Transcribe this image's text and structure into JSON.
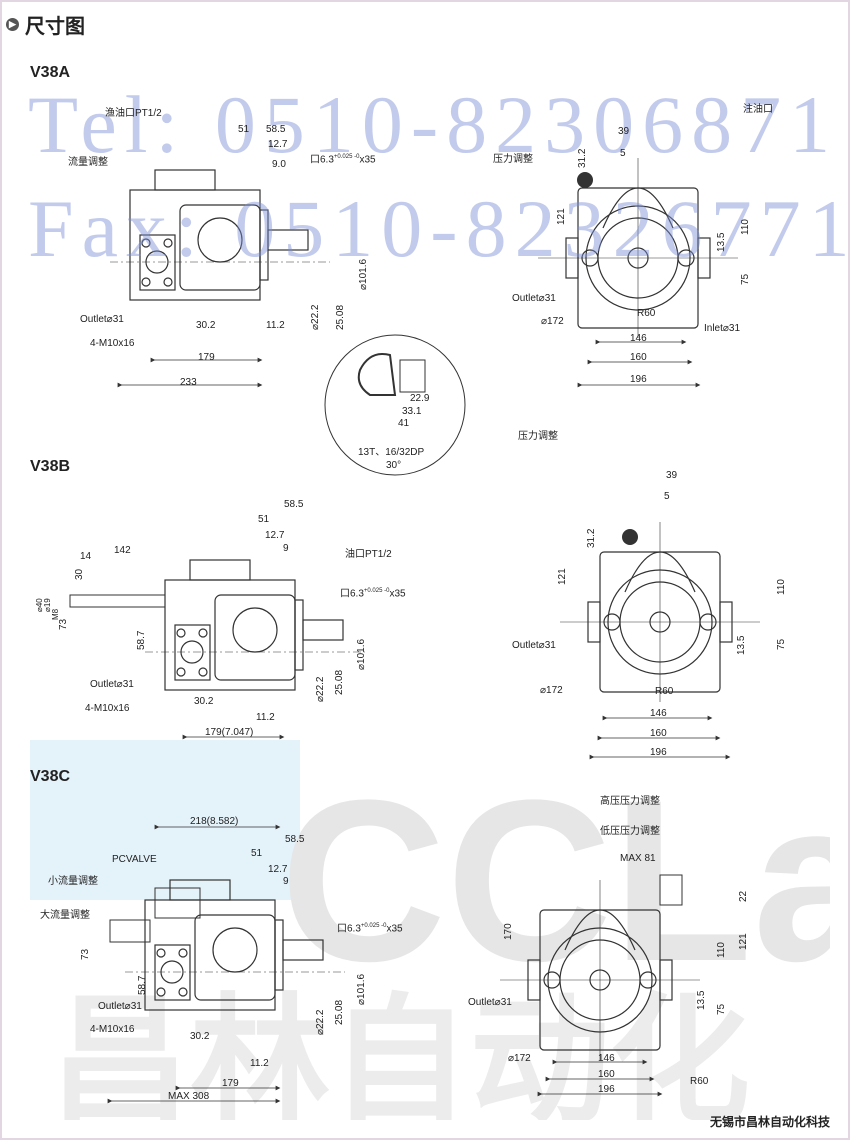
{
  "header": {
    "title": "尺寸图",
    "icon": "arrow-circle-icon"
  },
  "watermark": {
    "tel": "Tel: 0510-82306871",
    "fax": "Fax: 0510-82326771",
    "logo": "CCLair",
    "logo_cn": "昌林自动化"
  },
  "v38a": {
    "title": "V38A",
    "side": {
      "drain": "渔油口PT1/2",
      "flow": "流量调整",
      "d51": "51",
      "d585": "58.5",
      "d127": "12.7",
      "d90": "9.0",
      "key": "口6.3",
      "key_tol": "+0.025 -0",
      "key_len": "x35",
      "outlet": "Outlet⌀31",
      "bolt": "4-M10x16",
      "d302": "30.2",
      "d112": "11.2",
      "d179": "179",
      "d233": "233",
      "shaft": "⌀22.2",
      "hub": "25.08",
      "pilot": "⌀101.6"
    },
    "front": {
      "fill": "注油口",
      "pressure": "压力调整",
      "d39": "39",
      "d5": "5",
      "d312": "31.2",
      "d121": "121",
      "d110": "110",
      "d135": "13.5",
      "d75": "75",
      "outlet": "Outlet⌀31",
      "dia172": "⌀172",
      "r60": "R60",
      "inlet": "Inlet⌀31",
      "d146": "146",
      "d160": "160",
      "d196": "196"
    },
    "spline": {
      "d229": "22.9",
      "d331": "33.1",
      "d41": "41",
      "spec": "13T、16/32DP",
      "angle": "30°"
    }
  },
  "v38b": {
    "title": "V38B",
    "side": {
      "d585": "58.5",
      "d51": "51",
      "d127": "12.7",
      "d9": "9",
      "d142": "142",
      "d14": "14",
      "d30": "30",
      "port": "油口PT1/2",
      "key": "口6.3",
      "key_tol": "+0.025 -0",
      "key_len": "x35",
      "d40": "⌀40",
      "d19": "⌀19",
      "m8": "M8",
      "d73": "73",
      "d587": "58.7",
      "outlet": "Outlet⌀31",
      "bolt": "4-M10x16",
      "d302": "30.2",
      "d112": "11.2",
      "d179": "179(7.047)",
      "shaft": "⌀22.2",
      "hub": "25.08",
      "pilot": "⌀101.6"
    },
    "front": {
      "pressure": "压力调整",
      "d39": "39",
      "d5": "5",
      "d312": "31.2",
      "d121": "121",
      "d110": "110",
      "d135": "13.5",
      "d75": "75",
      "outlet": "Outlet⌀31",
      "dia172": "⌀172",
      "r60": "R60",
      "d146": "146",
      "d160": "160",
      "d196": "196"
    }
  },
  "v38c": {
    "title": "V38C",
    "side": {
      "d218": "218(8.582)",
      "d585": "58.5",
      "pcvalve": "PCVALVE",
      "d51": "51",
      "d127": "12.7",
      "d9": "9",
      "small_flow": "小流量调整",
      "large_flow": "大流量调整",
      "key": "口6.3",
      "key_tol": "+0.025 -0",
      "key_len": "x35",
      "d73": "73",
      "d587": "58.7",
      "outlet": "Outlet⌀31",
      "bolt": "4-M10x16",
      "d302": "30.2",
      "d112": "11.2",
      "d179": "179",
      "max308": "MAX 308",
      "shaft": "⌀22.2",
      "hub": "25.08",
      "pilot": "⌀101.6"
    },
    "front": {
      "high": "高压压力调整",
      "low": "低压压力调整",
      "max81": "MAX 81",
      "d22": "22",
      "d170": "170",
      "d121": "121",
      "d110": "110",
      "outlet": "Outlet⌀31",
      "d135": "13.5",
      "d75": "75",
      "dia172": "⌀172",
      "d146": "146",
      "d160": "160",
      "r60": "R60",
      "d196": "196"
    }
  },
  "footer": "无锡市昌林自动化科技"
}
